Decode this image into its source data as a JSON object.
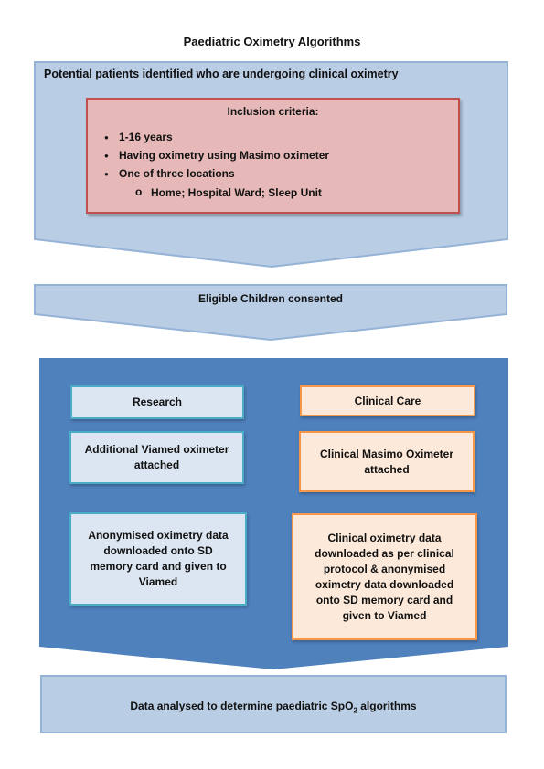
{
  "title": "Paediatric Oximetry Algorithms",
  "header_box": {
    "text": "Potential patients identified who are undergoing clinical oximetry"
  },
  "inclusion": {
    "title": "Inclusion criteria:",
    "criteria": [
      "1-16 years",
      "Having oximetry using Masimo oximeter",
      "One of three locations"
    ],
    "sub_criterion": "Home; Hospital Ward; Sleep Unit"
  },
  "eligible": {
    "text": "Eligible Children consented"
  },
  "research": {
    "heading": "Research",
    "step1": "Additional Viamed oximeter attached",
    "step2": "Anonymised oximetry data downloaded onto SD memory card and given to Viamed"
  },
  "clinical": {
    "heading": "Clinical Care",
    "step1": "Clinical Masimo Oximeter attached",
    "step2": "Clinical oximetry data downloaded as per clinical protocol & anonymised oximetry data downloaded onto SD memory card and given to Viamed"
  },
  "final_box": {
    "text_before": "Data analysed to determine paediatric SpO",
    "subscript": "2",
    "text_after": " algorithms"
  },
  "colors": {
    "light_blue_fill": "#b9cde5",
    "light_blue_border": "#95b3d7",
    "panel_blue": "#4f81bd",
    "pink_fill": "#e6b9b8",
    "pink_border": "#c0504d",
    "pale_blue_box": "#dce6f2",
    "teal_border": "#4bacc6",
    "peach_box": "#fde9d9",
    "orange_border": "#f79646"
  }
}
